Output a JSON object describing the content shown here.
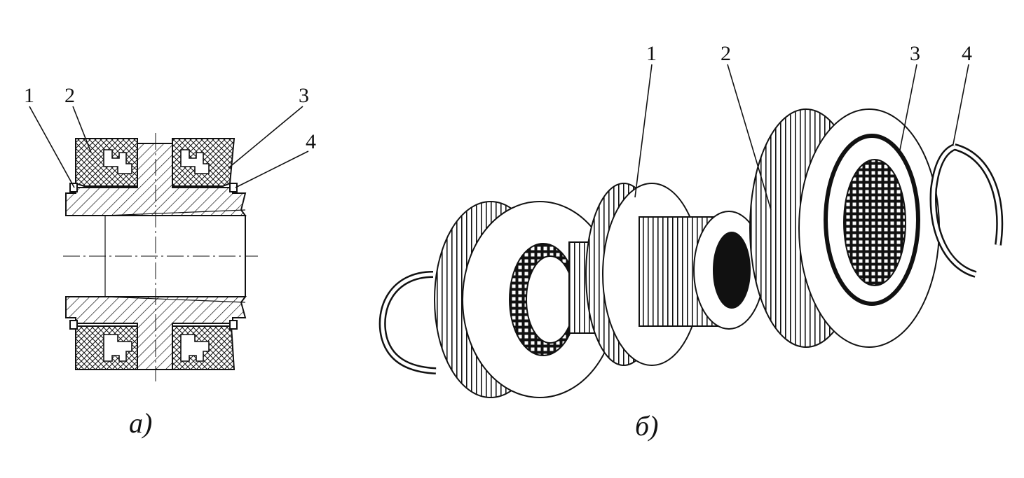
{
  "figure_a": {
    "caption": "а)",
    "labels": [
      "1",
      "2",
      "3",
      "4"
    ]
  },
  "figure_b": {
    "caption": "б)",
    "labels": [
      "1",
      "2",
      "3",
      "4"
    ]
  },
  "colors": {
    "ink": "#111111",
    "background": "#ffffff"
  }
}
